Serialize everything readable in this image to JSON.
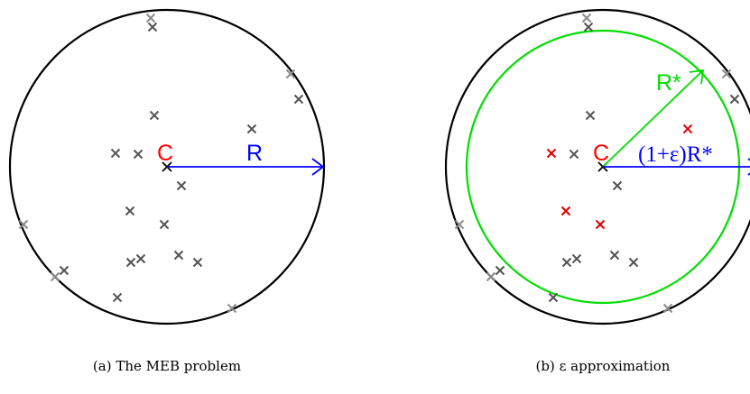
{
  "panel_a": {
    "center_label": "C",
    "radius_label": "R",
    "caption": "(a) The MEB problem",
    "points": [
      [
        -18,
        -165,
        "light"
      ],
      [
        -16,
        -155,
        "dark"
      ],
      [
        137,
        -103,
        "light"
      ],
      [
        146,
        -75,
        "dark"
      ],
      [
        -14,
        -57,
        "dark"
      ],
      [
        94,
        -42,
        "dark"
      ],
      [
        -57,
        -15,
        "dark"
      ],
      [
        -32,
        -14,
        "dark"
      ],
      [
        16,
        21,
        "dark"
      ],
      [
        -41,
        49,
        "dark"
      ],
      [
        -3,
        64,
        "dark"
      ],
      [
        -29,
        102,
        "dark"
      ],
      [
        -40,
        106,
        "dark"
      ],
      [
        34,
        106,
        "dark"
      ],
      [
        13,
        98,
        "dark"
      ],
      [
        -159,
        64,
        "light"
      ],
      [
        -114,
        115,
        "dark"
      ],
      [
        -124,
        122,
        "light"
      ],
      [
        -55,
        145,
        "dark"
      ],
      [
        72,
        157,
        "light"
      ]
    ]
  },
  "panel_b": {
    "center_label": "C",
    "inner_radius_label": "R*",
    "outer_radius_label": "(1+ε)R*",
    "caption": "(b) ε approximation",
    "points": [
      [
        -18,
        -165,
        "light"
      ],
      [
        -16,
        -155,
        "dark"
      ],
      [
        137,
        -103,
        "light"
      ],
      [
        146,
        -75,
        "dark"
      ],
      [
        -14,
        -57,
        "dark"
      ],
      [
        94,
        -42,
        "red"
      ],
      [
        -57,
        -15,
        "red"
      ],
      [
        -32,
        -14,
        "dark"
      ],
      [
        16,
        21,
        "dark"
      ],
      [
        -41,
        49,
        "red"
      ],
      [
        -3,
        64,
        "red"
      ],
      [
        -29,
        102,
        "dark"
      ],
      [
        -40,
        106,
        "dark"
      ],
      [
        34,
        106,
        "dark"
      ],
      [
        13,
        98,
        "dark"
      ],
      [
        -159,
        64,
        "light"
      ],
      [
        -114,
        115,
        "dark"
      ],
      [
        -124,
        122,
        "light"
      ],
      [
        -55,
        145,
        "dark"
      ],
      [
        72,
        157,
        "light"
      ]
    ]
  },
  "colors": {
    "center_label": "#ff0000",
    "radius": "#0000ff",
    "inner_circle": "#00dd00",
    "outer_circle": "#000000",
    "point_dark": "#555555",
    "point_light": "#8c8c8c",
    "point_red": "#e00000"
  }
}
